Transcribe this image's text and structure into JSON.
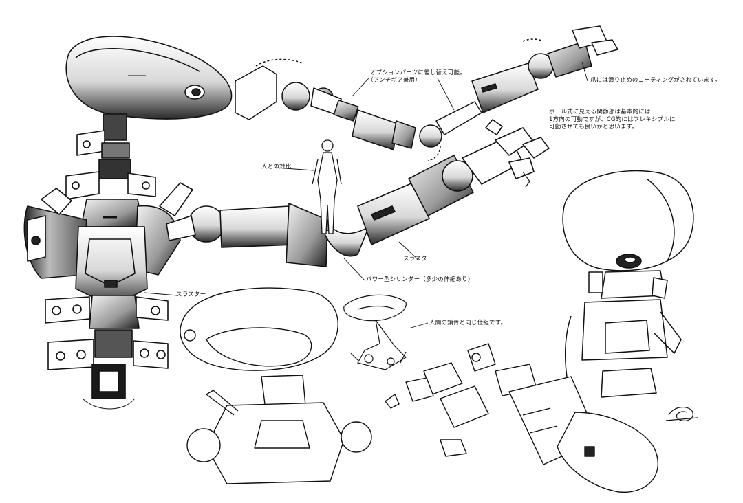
{
  "notes": {
    "option_parts": "オプションパーツに差し替え可能。",
    "antigear": "（アンチギア兼用）",
    "claw_coating": "爪には滑り止めのコーティングがされています。",
    "ball_joint_1": "ボール式に見える関節部は基本的には",
    "ball_joint_2": "1方向の可動ですが、CG的にはフレキシブルに",
    "ball_joint_3": "可動させても良いかと思います。",
    "human_scale": "人との対比",
    "thruster_arm": "スラスター",
    "power_cylinder": "パワー型シリンダー（多少の伸縮あり）",
    "thruster_body": "スラスター",
    "bone_structure": "人間の鎖骨と同じ仕組です。"
  }
}
